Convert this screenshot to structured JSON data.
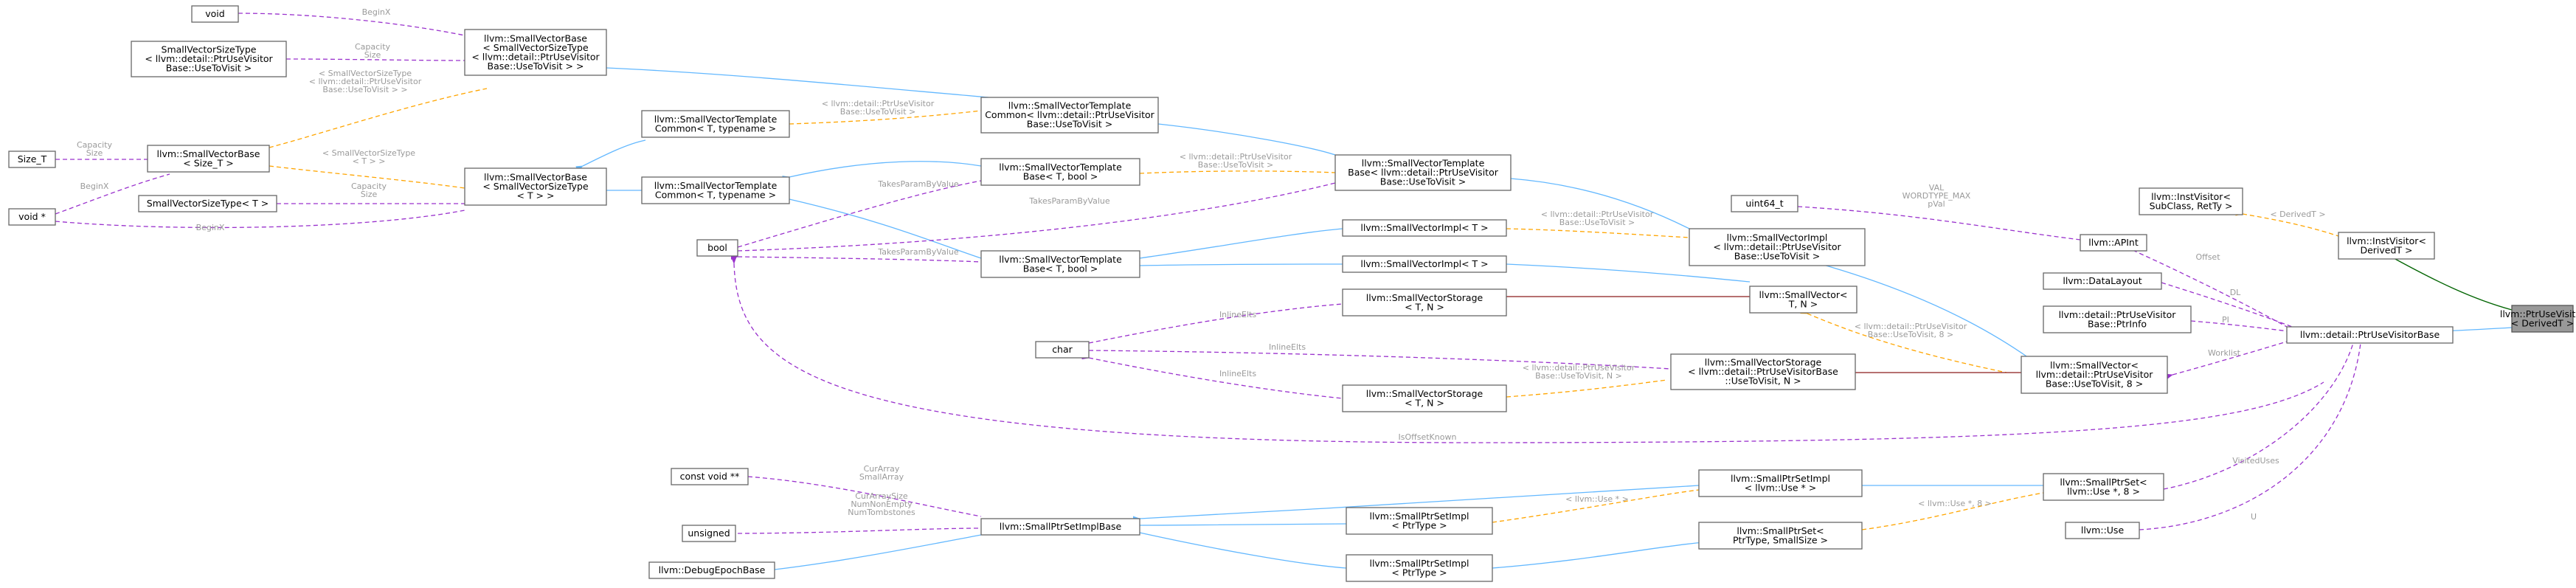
{
  "graph": {
    "nodes": [
      {
        "id": "void",
        "lines": [
          "void"
        ]
      },
      {
        "id": "svst_use",
        "lines": [
          "SmallVectorSizeType",
          "< llvm::detail::PtrUseVisitor",
          "Base::UseToVisit >"
        ]
      },
      {
        "id": "size_t",
        "lines": [
          "Size_T"
        ]
      },
      {
        "id": "voidptr",
        "lines": [
          "void *"
        ]
      },
      {
        "id": "svb_size",
        "lines": [
          "llvm::SmallVectorBase",
          "< Size_T >"
        ]
      },
      {
        "id": "svst_t",
        "lines": [
          "SmallVectorSizeType< T >"
        ]
      },
      {
        "id": "bool",
        "lines": [
          "bool"
        ]
      },
      {
        "id": "char",
        "lines": [
          "char"
        ]
      },
      {
        "id": "constvoid",
        "lines": [
          "const void **"
        ]
      },
      {
        "id": "unsigned",
        "lines": [
          "unsigned"
        ]
      },
      {
        "id": "debugepoch",
        "lines": [
          "llvm::DebugEpochBase"
        ]
      },
      {
        "id": "svb_use",
        "lines": [
          "llvm::SmallVectorBase",
          "< SmallVectorSizeType",
          "< llvm::detail::PtrUseVisitor",
          "Base::UseToVisit > >"
        ]
      },
      {
        "id": "svb_t",
        "lines": [
          "llvm::SmallVectorBase",
          "< SmallVectorSizeType",
          "< T > >"
        ]
      },
      {
        "id": "svtc_t",
        "lines": [
          "llvm::SmallVectorTemplate",
          "Common< T, typename >"
        ]
      },
      {
        "id": "svtc_t2",
        "lines": [
          "llvm::SmallVectorTemplate",
          "Common< T, typename >"
        ]
      },
      {
        "id": "svtc_use",
        "lines": [
          "llvm::SmallVectorTemplate",
          "Common< llvm::detail::PtrUseVisitor",
          "Base::UseToVisit >"
        ]
      },
      {
        "id": "svtb_tbool",
        "lines": [
          "llvm::SmallVectorTemplate",
          "Base< T, bool >"
        ]
      },
      {
        "id": "svtb_tbool2",
        "lines": [
          "llvm::SmallVectorTemplate",
          "Base< T, bool >"
        ]
      },
      {
        "id": "svtb_use",
        "lines": [
          "llvm::SmallVectorTemplate",
          "Base< llvm::detail::PtrUseVisitor",
          "Base::UseToVisit >"
        ]
      },
      {
        "id": "svimpl_t1",
        "lines": [
          "llvm::SmallVectorImpl< T >"
        ]
      },
      {
        "id": "svimpl_t2",
        "lines": [
          "llvm::SmallVectorImpl< T >"
        ]
      },
      {
        "id": "svstor_tn",
        "lines": [
          "llvm::SmallVectorStorage",
          "< T, N >"
        ]
      },
      {
        "id": "svstor_tn2",
        "lines": [
          "llvm::SmallVectorStorage",
          "< T, N >"
        ]
      },
      {
        "id": "svstor_use",
        "lines": [
          "llvm::SmallVectorStorage",
          "< llvm::detail::PtrUseVisitorBase",
          "::UseToVisit, N >"
        ]
      },
      {
        "id": "spsib",
        "lines": [
          "llvm::SmallPtrSetImplBase"
        ]
      },
      {
        "id": "spsi_ptr",
        "lines": [
          "llvm::SmallPtrSetImpl",
          "< PtrType >"
        ]
      },
      {
        "id": "spsi_ptr2",
        "lines": [
          "llvm::SmallPtrSetImpl",
          "< PtrType >"
        ]
      },
      {
        "id": "spsi_use",
        "lines": [
          "llvm::SmallPtrSetImpl",
          "< llvm::Use * >"
        ]
      },
      {
        "id": "sps_ptr",
        "lines": [
          "llvm::SmallPtrSet<",
          "PtrType, SmallSize >"
        ]
      },
      {
        "id": "svimpl_use",
        "lines": [
          "llvm::SmallVectorImpl",
          "< llvm::detail::PtrUseVisitor",
          "Base::UseToVisit >"
        ]
      },
      {
        "id": "sv_tn",
        "lines": [
          "llvm::SmallVector<",
          "T, N >"
        ]
      },
      {
        "id": "sv_use",
        "lines": [
          "llvm::SmallVector<",
          "llvm::detail::PtrUseVisitor",
          "Base::UseToVisit, 8 >"
        ]
      },
      {
        "id": "uint64",
        "lines": [
          "uint64_t"
        ]
      },
      {
        "id": "apint",
        "lines": [
          "llvm::APInt"
        ]
      },
      {
        "id": "datalayout",
        "lines": [
          "llvm::DataLayout"
        ]
      },
      {
        "id": "ptrinfo",
        "lines": [
          "llvm::detail::PtrUseVisitor",
          "Base::PtrInfo"
        ]
      },
      {
        "id": "sps_use",
        "lines": [
          "llvm::SmallPtrSet<",
          "llvm::Use *, 8 >"
        ]
      },
      {
        "id": "use",
        "lines": [
          "llvm::Use"
        ]
      },
      {
        "id": "instvis_sub",
        "lines": [
          "llvm::InstVisitor<",
          "SubClass, RetTy >"
        ]
      },
      {
        "id": "instvis_der",
        "lines": [
          "llvm::InstVisitor<",
          "DerivedT >"
        ]
      },
      {
        "id": "puvb",
        "lines": [
          "llvm::detail::PtrUseVisitorBase"
        ]
      },
      {
        "id": "puv",
        "lines": [
          "llvm::PtrUseVisitor",
          "< DerivedT >"
        ]
      }
    ],
    "edge_labels": {
      "beginx_void": [
        "BeginX"
      ],
      "capacity_use": [
        "Capacity",
        "Size"
      ],
      "tmpl_svst_use": [
        "< SmallVectorSizeType",
        "< llvm::detail::PtrUseVisitor",
        "Base::UseToVisit > >"
      ],
      "capacity_size_t": [
        "Capacity",
        "Size"
      ],
      "beginx_voidptr1": [
        "BeginX"
      ],
      "tmpl_svst_t": [
        "< SmallVectorSizeType",
        "< T > >"
      ],
      "capacity_t": [
        "Capacity",
        "Size"
      ],
      "beginx_voidptr2": [
        "BeginX"
      ],
      "tmpl_svtc_use": [
        "< llvm::detail::PtrUseVisitor",
        "Base::UseToVisit >"
      ],
      "tmpl_svtb_use": [
        "< llvm::detail::PtrUseVisitor",
        "Base::UseToVisit >"
      ],
      "takes_param1": [
        "TakesParamByValue"
      ],
      "takes_param2": [
        "TakesParamByValue"
      ],
      "takes_param3": [
        "TakesParamByValue"
      ],
      "tmpl_svimpl_use": [
        "< llvm::detail::PtrUseVisitor",
        "Base::UseToVisit >"
      ],
      "inline1": [
        "InlineElts"
      ],
      "inline2": [
        "InlineElts"
      ],
      "inline3": [
        "InlineElts"
      ],
      "tmpl_svstor_use": [
        "< llvm::detail::PtrUseVisitor",
        "Base::UseToVisit, N >"
      ],
      "tmpl_sv_use": [
        "< llvm::detail::PtrUseVisitor",
        "Base::UseToVisit, 8 >"
      ],
      "is_offset_known": [
        "IsOffsetKnown"
      ],
      "curarray": [
        "CurArray",
        "SmallArray"
      ],
      "cursize": [
        "CurArraySize",
        "NumNonEmpty",
        "NumTombstones"
      ],
      "tmpl_use_ptr": [
        "< llvm::Use * >"
      ],
      "tmpl_use_ptr8": [
        "< llvm::Use *, 8 >"
      ],
      "val_apint": [
        "VAL",
        "WORDTYPE_MAX",
        "pVal"
      ],
      "tmpl_derived": [
        "< DerivedT >"
      ],
      "offset": [
        "Offset"
      ],
      "dl": [
        "DL"
      ],
      "pi": [
        "PI"
      ],
      "worklist": [
        "Worklist"
      ],
      "visited": [
        "VisitedUses"
      ],
      "u": [
        "U"
      ]
    }
  }
}
